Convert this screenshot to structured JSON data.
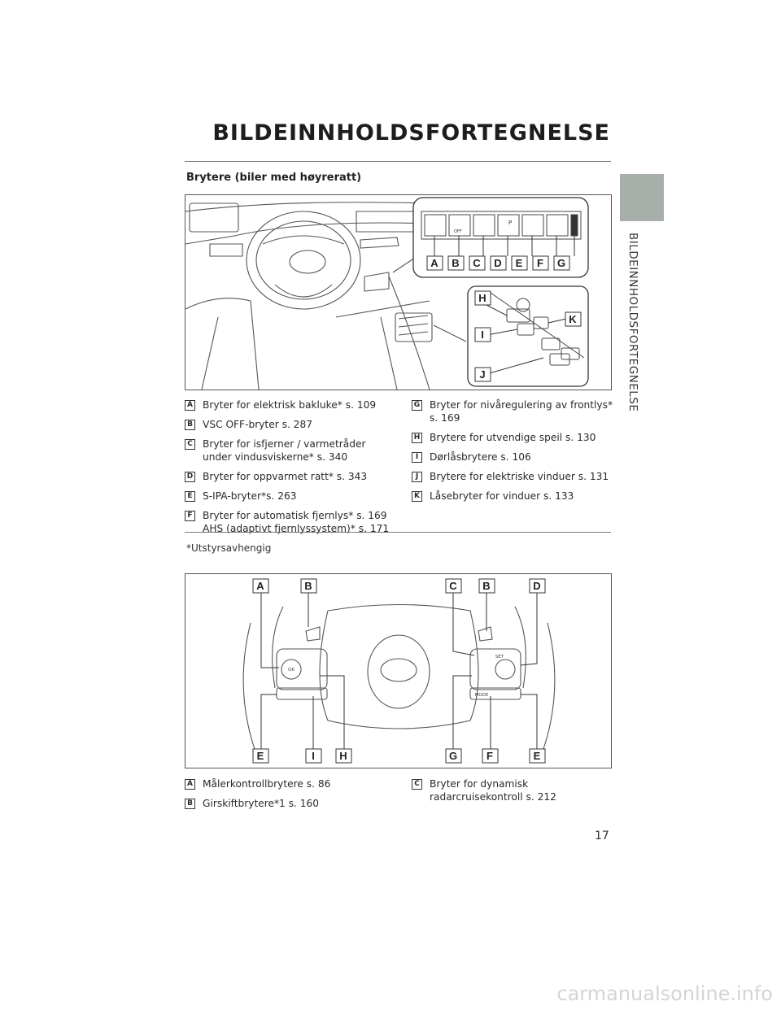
{
  "page_title": "BILDEINNHOLDSFORTEGNELSE",
  "side_tab_label": "BILDEINNHOLDSFORTEGNELSE",
  "section_heading": "Brytere (biler med høyreratt)",
  "figure1_callouts": [
    "A",
    "B",
    "C",
    "D",
    "E",
    "F",
    "G",
    "H",
    "I",
    "J",
    "K"
  ],
  "figure1_panel_labels": [
    "OFF",
    "P"
  ],
  "legend_left_1": [
    {
      "key": "A",
      "text": "Bryter for elektrisk bakluke* s. 109"
    },
    {
      "key": "B",
      "text": "VSC OFF-bryter s. 287"
    },
    {
      "key": "C",
      "text": "Bryter for isfjerner / varmetråder\nunder vindusviskerne* s. 340"
    },
    {
      "key": "D",
      "text": "Bryter for oppvarmet ratt* s. 343"
    },
    {
      "key": "E",
      "text": "S-IPA-bryter*s. 263"
    },
    {
      "key": "F",
      "text": "Bryter for automatisk fjernlys* s. 169\nAHS (adaptivt fjernlyssystem)* s. 171"
    }
  ],
  "legend_right_1": [
    {
      "key": "G",
      "text": "Bryter for nivåregulering av frontlys*\ns. 169"
    },
    {
      "key": "H",
      "text": "Brytere for utvendige speil s. 130"
    },
    {
      "key": "I",
      "text": "Dørlåsbrytere s. 106"
    },
    {
      "key": "J",
      "text": "Brytere for elektriske vinduer s. 131"
    },
    {
      "key": "K",
      "text": "Låsebryter for vinduer s. 133"
    }
  ],
  "footnote": "*Utstyrsavhengig",
  "figure2_top_callouts": [
    "A",
    "B",
    "C",
    "B",
    "D"
  ],
  "figure2_bottom_callouts": [
    "E",
    "I",
    "H",
    "G",
    "F",
    "E"
  ],
  "figure2_button_labels": [
    "OK",
    "SET",
    "MODE"
  ],
  "legend_left_2": [
    {
      "key": "A",
      "text": "Målerkontrollbrytere s. 86"
    },
    {
      "key": "B",
      "text": "Girskiftbrytere*1 s. 160"
    }
  ],
  "legend_right_2": [
    {
      "key": "C",
      "text": "Bryter for dynamisk\nradarcruisekontroll s. 212"
    }
  ],
  "page_number": "17",
  "watermark": "carmanualsonline.info",
  "colors": {
    "side_tab": "#a8aeaa",
    "rules": "#777777",
    "watermark": "#d4d4d4"
  }
}
